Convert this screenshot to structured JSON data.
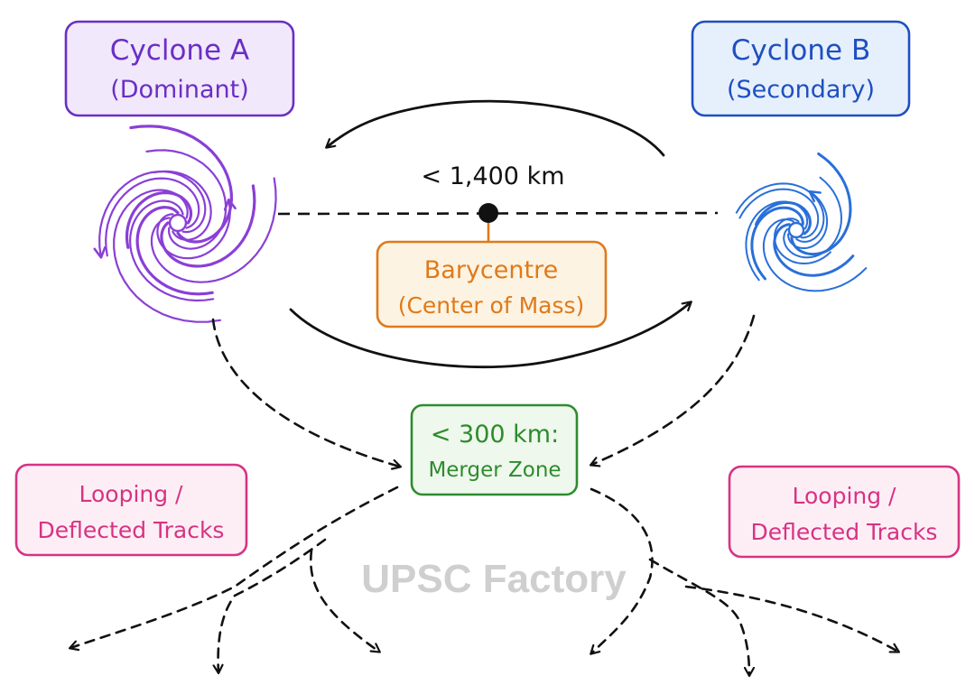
{
  "cyclone_a": {
    "title": "Cyclone A",
    "subtitle": "(Dominant)",
    "color": "#6a2fc4",
    "fill": "#f1e8fb",
    "spiral_color": "#8a3fd6"
  },
  "cyclone_b": {
    "title": "Cyclone B",
    "subtitle": "(Secondary)",
    "color": "#1f4fc0",
    "fill": "#e6f0fc",
    "spiral_color": "#2a6fd9"
  },
  "distance_label": "< 1,400 km",
  "barycentre": {
    "line1": "Barycentre",
    "line2": "(Center of Mass)",
    "color": "#e07a1a",
    "fill": "#fdf3e2"
  },
  "merger": {
    "line1": "< 300 km:",
    "line2": "Merger Zone",
    "color": "#2e8b2e",
    "fill": "#eef8ec"
  },
  "looping_left": {
    "line1": "Looping /",
    "line2": "Deflected Tracks",
    "color": "#d63384",
    "fill": "#fdeef5"
  },
  "looping_right": {
    "line1": "Looping /",
    "line2": "Deflected Tracks",
    "color": "#d63384",
    "fill": "#fdeef5"
  },
  "watermark": "UPSC Factory"
}
